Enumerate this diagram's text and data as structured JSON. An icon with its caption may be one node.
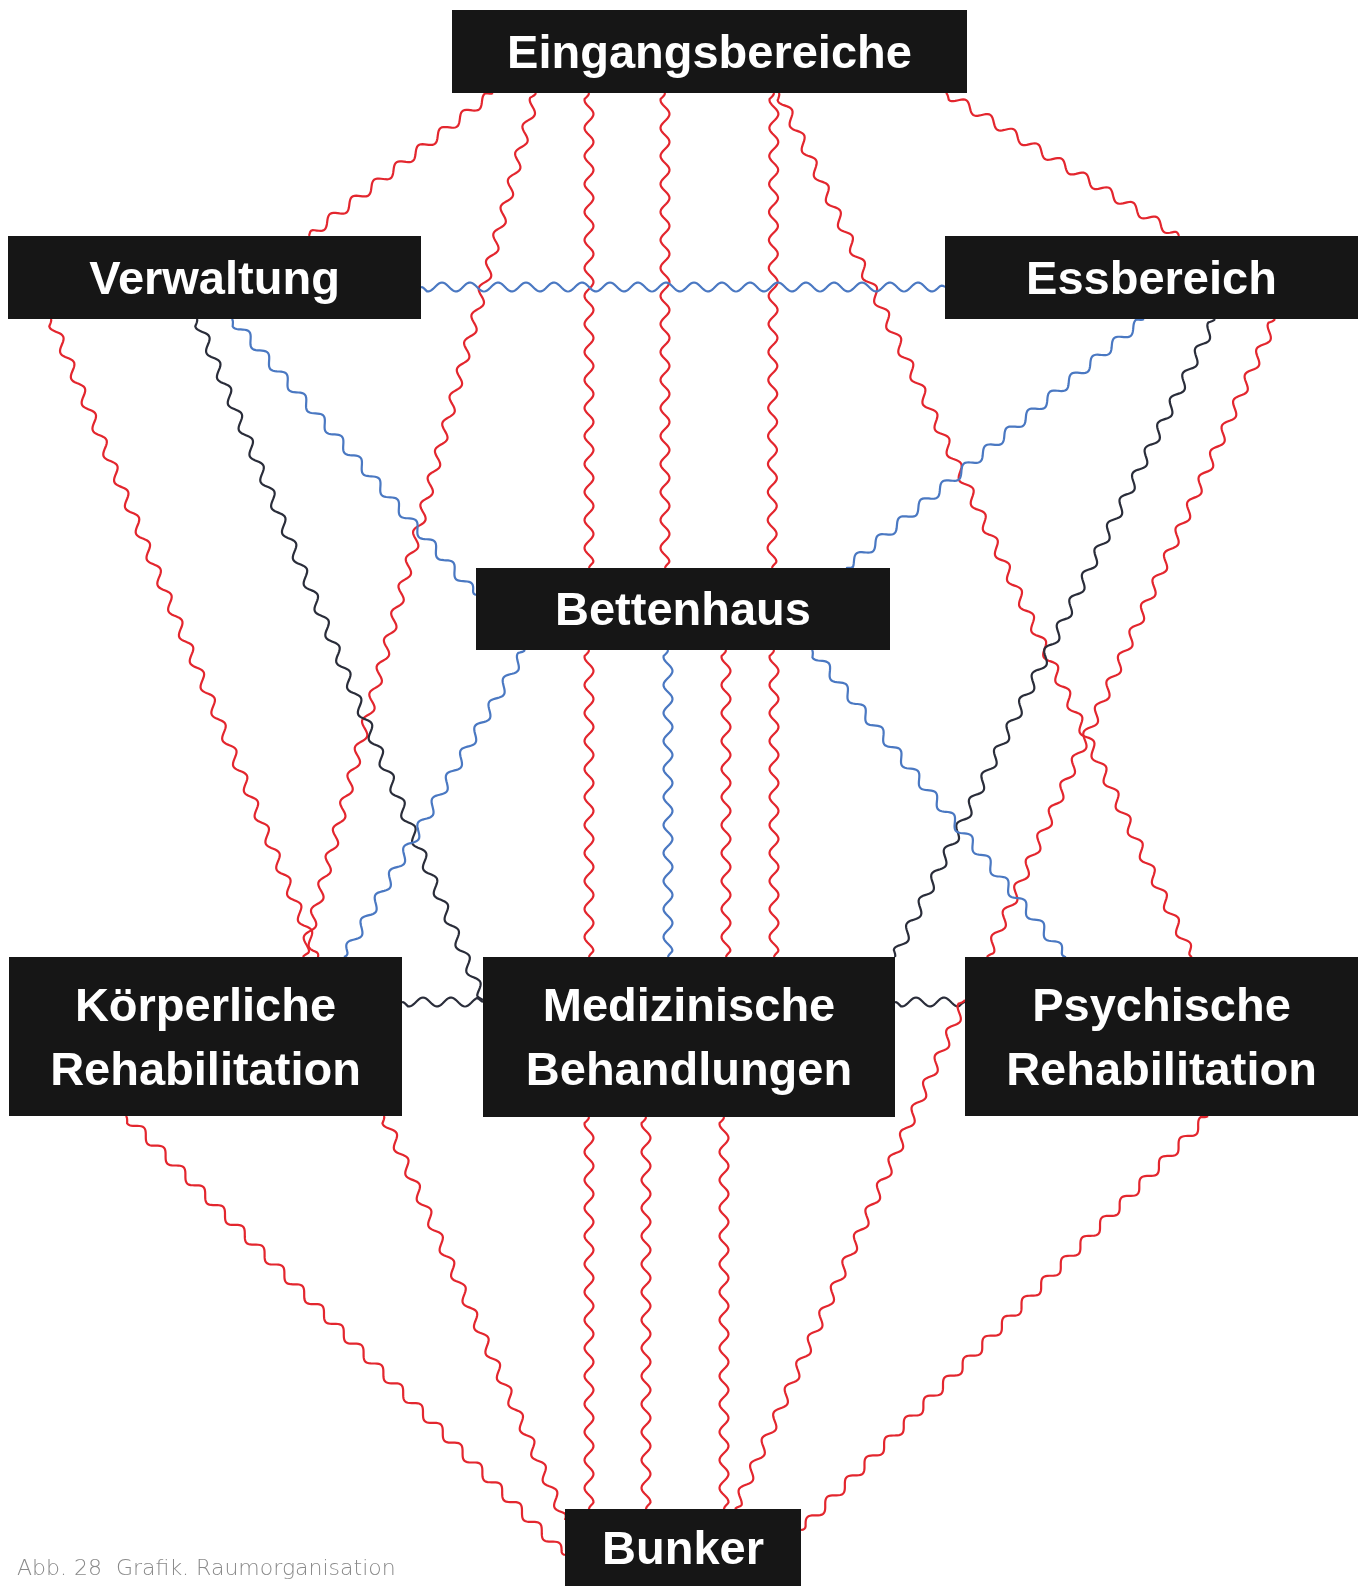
{
  "diagram": {
    "caption": "Abb. 28  Grafik. Raumorganisation",
    "nodes": [
      {
        "text": [
          "Eingangsbereiche"
        ]
      },
      {
        "text": [
          "Verwaltung"
        ]
      },
      {
        "text": [
          "Essbereich"
        ]
      },
      {
        "text": [
          "Bettenhaus"
        ]
      },
      {
        "text": [
          "Körperliche Rehabilitation"
        ]
      },
      {
        "text": [
          "Medizinische Behandlungen"
        ]
      },
      {
        "text": [
          "Psychische Rehabilitation"
        ]
      },
      {
        "text": [
          "Bunker"
        ]
      }
    ],
    "edges": [
      {
        "from": 0,
        "to": 1,
        "arrow": "none"
      },
      {
        "from": 0,
        "to": 4,
        "arrow": "none"
      },
      {
        "from": 0,
        "to": 3,
        "arrow": "none"
      },
      {
        "from": 0,
        "to": 3,
        "arrow": "none"
      },
      {
        "from": 0,
        "to": 3,
        "arrow": "none"
      },
      {
        "from": 0,
        "to": 6,
        "arrow": "none"
      },
      {
        "from": 0,
        "to": 2,
        "arrow": "none"
      },
      {
        "from": 1,
        "to": 2,
        "arrow": "none",
        "color": "#4a78c2"
      },
      {
        "from": 1,
        "to": 4,
        "arrow": "none"
      },
      {
        "from": 1,
        "to": 5,
        "arrow": "none",
        "color": "#2a2d3a"
      },
      {
        "from": 1,
        "to": 3,
        "arrow": "none",
        "color": "#4a78c2"
      },
      {
        "from": 2,
        "to": 3,
        "arrow": "none",
        "color": "#4a78c2"
      },
      {
        "from": 2,
        "to": 5,
        "arrow": "none",
        "color": "#2a2d3a"
      },
      {
        "from": 2,
        "to": 6,
        "arrow": "none"
      },
      {
        "from": 3,
        "to": 4,
        "arrow": "none",
        "color": "#4a78c2"
      },
      {
        "from": 3,
        "to": 6,
        "arrow": "none",
        "color": "#4a78c2"
      },
      {
        "from": 3,
        "to": 5,
        "arrow": "none"
      },
      {
        "from": 3,
        "to": 5,
        "arrow": "none",
        "color": "#4a78c2"
      },
      {
        "from": 3,
        "to": 5,
        "arrow": "none"
      },
      {
        "from": 3,
        "to": 5,
        "arrow": "none"
      },
      {
        "from": 4,
        "to": 5,
        "arrow": "none",
        "color": "#2a2d3a"
      },
      {
        "from": 5,
        "to": 6,
        "arrow": "none",
        "color": "#2a2d3a"
      },
      {
        "from": 4,
        "to": 7,
        "arrow": "none"
      },
      {
        "from": 4,
        "to": 7,
        "arrow": "none"
      },
      {
        "from": 5,
        "to": 7,
        "arrow": "none"
      },
      {
        "from": 5,
        "to": 7,
        "arrow": "none"
      },
      {
        "from": 5,
        "to": 7,
        "arrow": "none"
      },
      {
        "from": 6,
        "to": 7,
        "arrow": "none"
      },
      {
        "from": 6,
        "to": 7,
        "arrow": "none"
      }
    ]
  }
}
